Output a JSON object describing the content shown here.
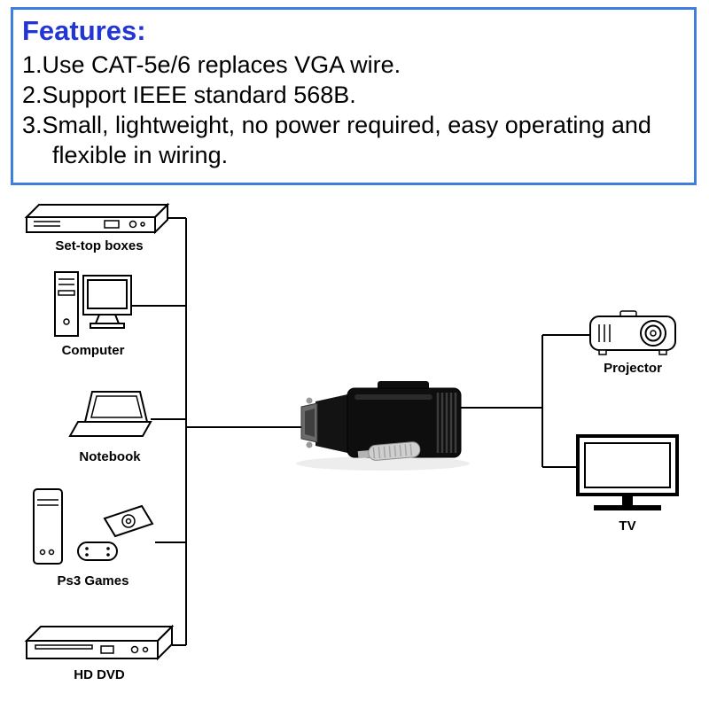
{
  "features": {
    "title": "Features:",
    "items": [
      "1.Use CAT-5e/6 replaces VGA wire.",
      "2.Support IEEE standard 568B.",
      "3.Small, lightweight, no power required, easy operating and flexible in wiring."
    ]
  },
  "devices": {
    "left": [
      {
        "label": "Set-top boxes",
        "icon": "set-top-box-icon"
      },
      {
        "label": "Computer",
        "icon": "computer-icon"
      },
      {
        "label": "Notebook",
        "icon": "notebook-icon"
      },
      {
        "label": "Ps3 Games",
        "icon": "ps3-games-icon"
      },
      {
        "label": "HD DVD",
        "icon": "hd-dvd-icon"
      }
    ],
    "right": [
      {
        "label": "Projector",
        "icon": "projector-icon"
      },
      {
        "label": "TV",
        "icon": "tv-icon"
      }
    ],
    "center": {
      "icon": "vga-rj45-extender-adapter-image"
    }
  },
  "colors": {
    "features_border_blue": "#3e7fdc",
    "features_title_blue": "#2236d6",
    "text_black": "#000000",
    "line_black": "#000000",
    "adapter_body_black": "#0e0e0e",
    "screw_silver": "#cfcfcf"
  }
}
